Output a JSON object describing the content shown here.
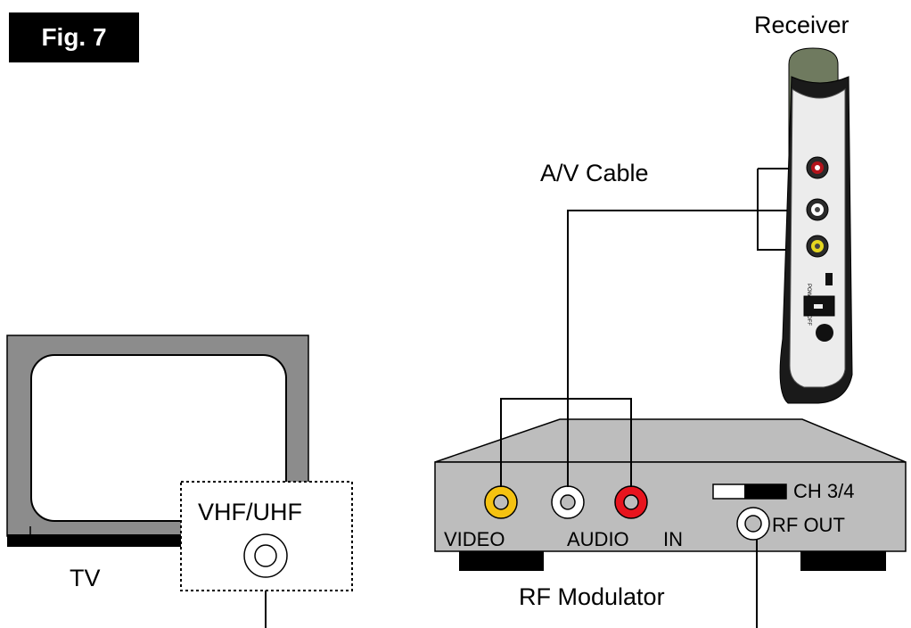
{
  "figure_label": "Fig. 7",
  "labels": {
    "receiver": "Receiver",
    "av_cable": "A/V Cable",
    "tv": "TV",
    "vhf_uhf": "VHF/UHF",
    "rf_modulator": "RF Modulator",
    "video": "VIDEO",
    "audio": "AUDIO",
    "in": "IN",
    "ch_3_4": "CH 3/4",
    "rf_out": "RF OUT",
    "receiver_power_switch": "POWER ON OFF"
  },
  "colors": {
    "video_jack": "#f5c211",
    "audio_left_jack": "#ffffff",
    "audio_right_jack": "#e8141e",
    "tv_frame": "#8c8c8c",
    "modulator_body": "#bdbdbd",
    "receiver_cap": "#6f7a5f"
  }
}
